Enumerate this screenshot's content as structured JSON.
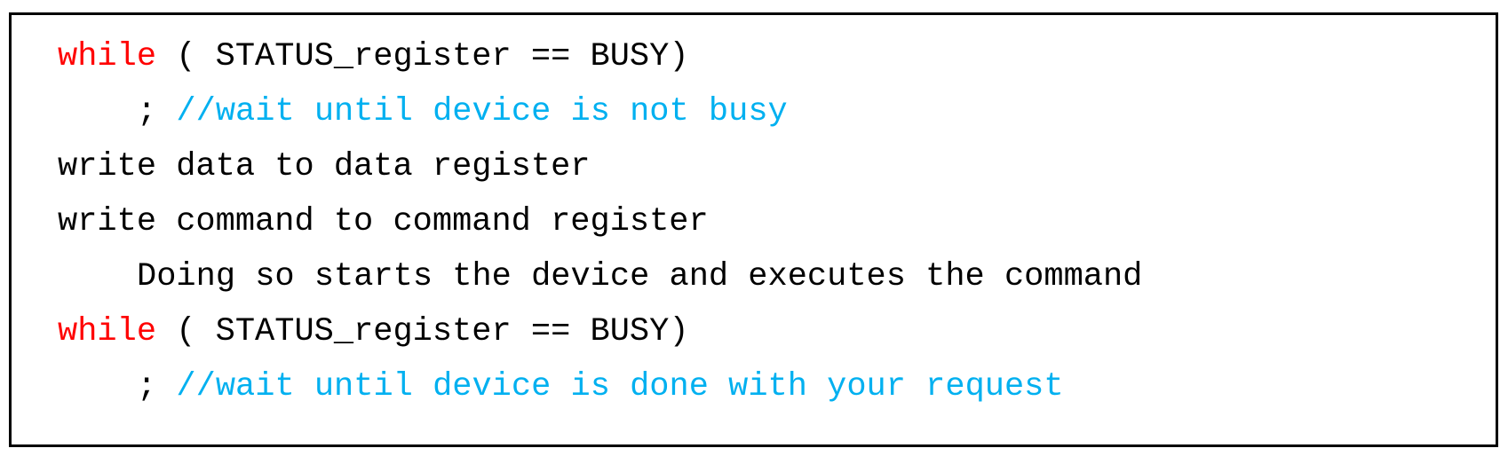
{
  "colors": {
    "keyword": "#ff0000",
    "comment": "#00b0f0",
    "text": "#000000",
    "border": "#000000"
  },
  "code": {
    "lines": [
      {
        "keyword": "while",
        "text": " ( STATUS_register == BUSY)"
      },
      {
        "text": "; ",
        "comment": "//wait until device is not busy"
      },
      {
        "text": "write data to data register"
      },
      {
        "text": "write command to command register"
      },
      {
        "text": "Doing so starts the device and executes the command"
      },
      {
        "keyword": "while",
        "text": " ( STATUS_register == BUSY)"
      },
      {
        "text": "; ",
        "comment": "//wait until device is done with your request"
      }
    ]
  }
}
